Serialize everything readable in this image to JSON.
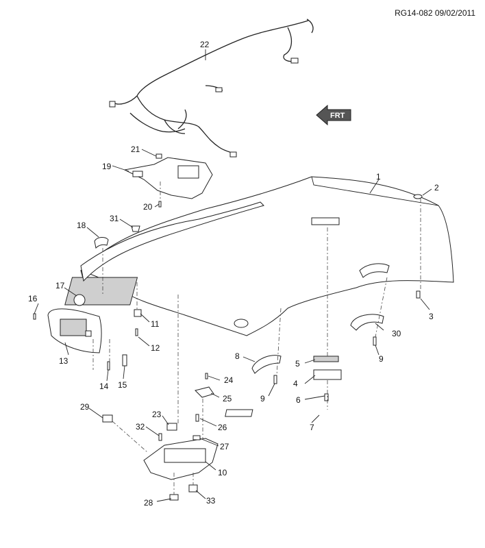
{
  "header": {
    "doc_id": "RG14-082 09/02/2011"
  },
  "direction_marker": {
    "label": "FRT",
    "icon": "front-direction-arrow-icon"
  },
  "callouts": [
    "1",
    "2",
    "3",
    "4",
    "5",
    "6",
    "7",
    "8",
    "9",
    "9",
    "10",
    "11",
    "12",
    "13",
    "14",
    "15",
    "16",
    "17",
    "18",
    "19",
    "20",
    "21",
    "22",
    "23",
    "24",
    "25",
    "26",
    "27",
    "28",
    "29",
    "30",
    "31",
    "32",
    "33"
  ]
}
